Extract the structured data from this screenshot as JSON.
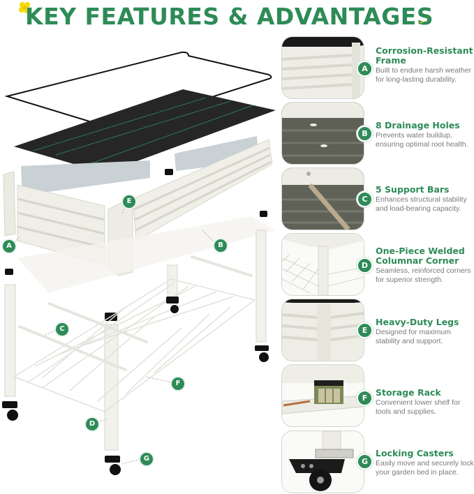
{
  "header": {
    "title": "KEY FEATURES & ADVANTAGES",
    "decor_left_icon": "flower-icon",
    "decor_right_icon": "leaf-icon"
  },
  "colors": {
    "brand_green": "#2e8b57",
    "accent_yellow": "#f5d90a",
    "body_text": "#7a7a7a",
    "card_border": "#cfd8cf"
  },
  "diagram": {
    "description": "Exploded view of elevated metal raised garden bed",
    "callouts": [
      {
        "letter": "A"
      },
      {
        "letter": "B"
      },
      {
        "letter": "C"
      },
      {
        "letter": "D"
      },
      {
        "letter": "E"
      },
      {
        "letter": "F"
      },
      {
        "letter": "G"
      }
    ]
  },
  "features": [
    {
      "letter": "A",
      "title": "Corrosion-Resistant Frame",
      "desc": "Built to endure harsh weather for long-lasting durability.",
      "image": "frame-corner-photo"
    },
    {
      "letter": "B",
      "title": "8 Drainage Holes",
      "desc": "Prevents water buildup, ensuring optimal root health.",
      "image": "drainage-holes-photo"
    },
    {
      "letter": "C",
      "title": "5 Support Bars",
      "desc": "Enhances structural stability and load-bearing capacity.",
      "image": "support-bars-photo"
    },
    {
      "letter": "D",
      "title": "One-Piece Welded Columnar Corner",
      "desc": "Seamless, reinforced corners for superior strength.",
      "image": "welded-corner-photo"
    },
    {
      "letter": "E",
      "title": "Heavy-Duty Legs",
      "desc": "Designed for maximum stability and support.",
      "image": "legs-photo"
    },
    {
      "letter": "F",
      "title": "Storage Rack",
      "desc": "Convenient lower shelf for tools and supplies.",
      "image": "storage-rack-photo"
    },
    {
      "letter": "G",
      "title": "Locking Casters",
      "desc": "Easily move and securely lock your garden bed in place.",
      "image": "casters-photo"
    }
  ]
}
